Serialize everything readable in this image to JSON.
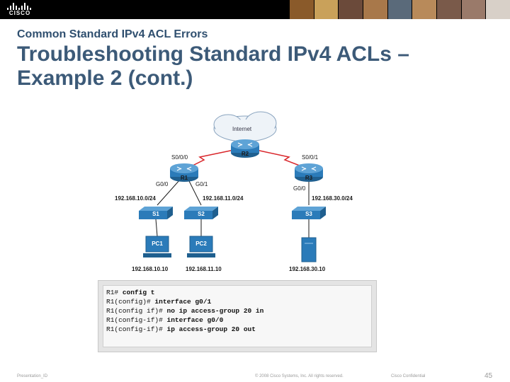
{
  "header": {
    "logo_text": "CISCO",
    "subtitle": "Common Standard IPv4 ACL Errors",
    "title": "Troubleshooting Standard IPv4 ACLs – Example 2 (cont.)"
  },
  "diagram": {
    "cloud_label": "Internet",
    "routers": [
      {
        "name": "R1"
      },
      {
        "name": "R2"
      },
      {
        "name": "R3"
      }
    ],
    "switches": [
      {
        "name": "S1"
      },
      {
        "name": "S2"
      },
      {
        "name": "S3"
      }
    ],
    "pcs": [
      {
        "name": "PC1"
      },
      {
        "name": "PC2"
      }
    ],
    "interfaces": {
      "r1_serial": "S0/0/0",
      "r3_serial": "S0/0/1",
      "r1_g00": "G0/0",
      "r1_g01": "G0/1",
      "r3_g00": "G0/0"
    },
    "networks": {
      "net1": "192.168.10.0/24",
      "net2": "192.168.11.0/24",
      "net3": "192.168.30.0/24"
    },
    "hosts": {
      "pc1": "192.168.10.10",
      "pc2": "192.168.11.10",
      "server": "192.168.30.10"
    },
    "colors": {
      "device_blue": "#2b7bb9",
      "serial_red": "#d9262b",
      "cloud": "#e8eef4"
    }
  },
  "commands": [
    {
      "prompt": "R1# ",
      "cmd": "config t"
    },
    {
      "prompt": "R1(config)# ",
      "cmd": "interface g0/1"
    },
    {
      "prompt": "R1(config if)# ",
      "cmd": "no ip access-group 20 in"
    },
    {
      "prompt": "R1(config-if)# ",
      "cmd": "interface g0/0"
    },
    {
      "prompt": "R1(config-if)# ",
      "cmd": "ip access-group 20 out"
    }
  ],
  "footer": {
    "presentation_id": "Presentation_ID",
    "copyright": "© 2008 Cisco Systems, Inc. All rights reserved.",
    "confidential": "Cisco Confidential",
    "page_number": "45"
  }
}
